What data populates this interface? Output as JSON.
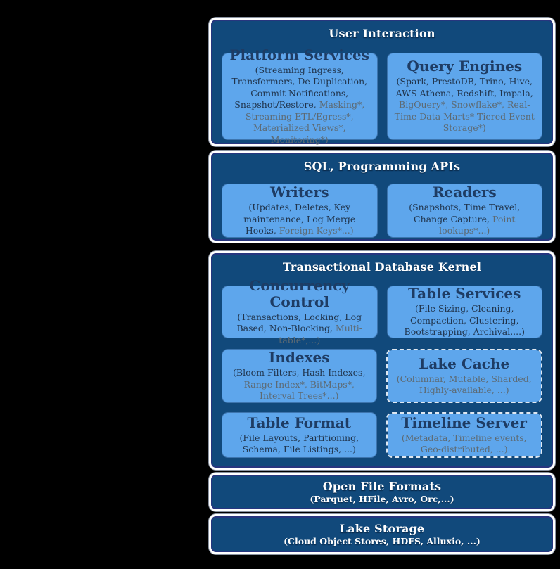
{
  "colors": {
    "page_bg": "#000000",
    "panel_blue": "#11497b",
    "panel_inner_line": "#27367f",
    "panel_outer_line": "#8a93a1",
    "box_blue": "#5ea6ec",
    "heading_navy": "#1e3c64",
    "body_dark": "#20344c",
    "body_future_gray": "#5d6a73",
    "title_white": "#ffffff",
    "dash_white": "#dfe7f0"
  },
  "legend_note": "gray text with asterisks denotes planned/future items",
  "sections": [
    {
      "title": "User Interaction",
      "boxes": [
        {
          "title": "Platform Services",
          "body_primary": "(Streaming Ingress, Transformers, De-Duplication, Commit Notifications, Snapshot/Restore, ",
          "body_future": "Masking*, Streaming ETL/Egress*, Materialized Views*,  Monitoring*)"
        },
        {
          "title": "Query Engines",
          "body_primary": "(Spark, PrestoDB, Trino, Hive, AWS Athena, Redshift, Impala, ",
          "body_future": "BigQuery*, Snowflake*, Real-Time Data Marts* Tiered Event Storage*)"
        }
      ]
    },
    {
      "title": "SQL, Programming APIs",
      "boxes": [
        {
          "title": "Writers",
          "body_primary": "(Updates, Deletes, Key maintenance, Log Merge Hooks, ",
          "body_future": "Foreign Keys*...)"
        },
        {
          "title": "Readers",
          "body_primary": "(Snapshots, Time Travel, Change Capture, ",
          "body_future": "Point lookups*...)"
        }
      ]
    },
    {
      "title": "Transactional Database Kernel",
      "boxes": [
        {
          "title": "Concurrency Control",
          "body_primary": "(Transactions, Locking, Log Based, Non-Blocking, ",
          "body_future": "Multi-table*,...)"
        },
        {
          "title": "Table Services",
          "body_primary": "(File Sizing, Cleaning, Compaction, Clustering, Bootstrapping, Archival,...)",
          "body_future": ""
        },
        {
          "title": "Indexes",
          "body_primary": "(Bloom Filters, Hash Indexes, ",
          "body_future": "Range Index*, BitMaps*, Interval Trees*...)"
        },
        {
          "title": "Lake Cache",
          "body_primary": "",
          "body_future": "(Columnar, Mutable, Sharded, Highly-available, ...)"
        },
        {
          "title": "Table Format",
          "body_primary": "(File Layouts, Partitioning, Schema, File Listings, ...)",
          "body_future": ""
        },
        {
          "title": "Timeline Server",
          "body_primary": "",
          "body_future": "(Metadata, Timeline events, Geo-distributed, ...)"
        }
      ]
    },
    {
      "title": "Open File Formats",
      "subtitle": "(Parquet, HFile, Avro, Orc,...)"
    },
    {
      "title": "Lake Storage",
      "subtitle": "(Cloud Object Stores, HDFS, Alluxio, ...)"
    }
  ]
}
